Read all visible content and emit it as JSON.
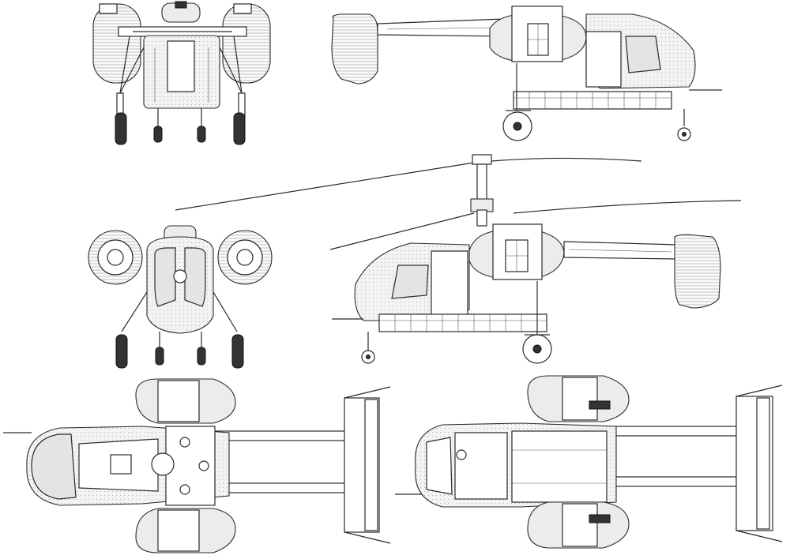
{
  "drawing": {
    "subject": "",
    "line_color": "#2a2a2a",
    "background": "#ffffff",
    "views": [
      {
        "id": "front-view-upper"
      },
      {
        "id": "side-view-right-upper"
      },
      {
        "id": "front-view-lower"
      },
      {
        "id": "side-view-left-rotors"
      },
      {
        "id": "top-view"
      },
      {
        "id": "bottom-view"
      }
    ]
  }
}
